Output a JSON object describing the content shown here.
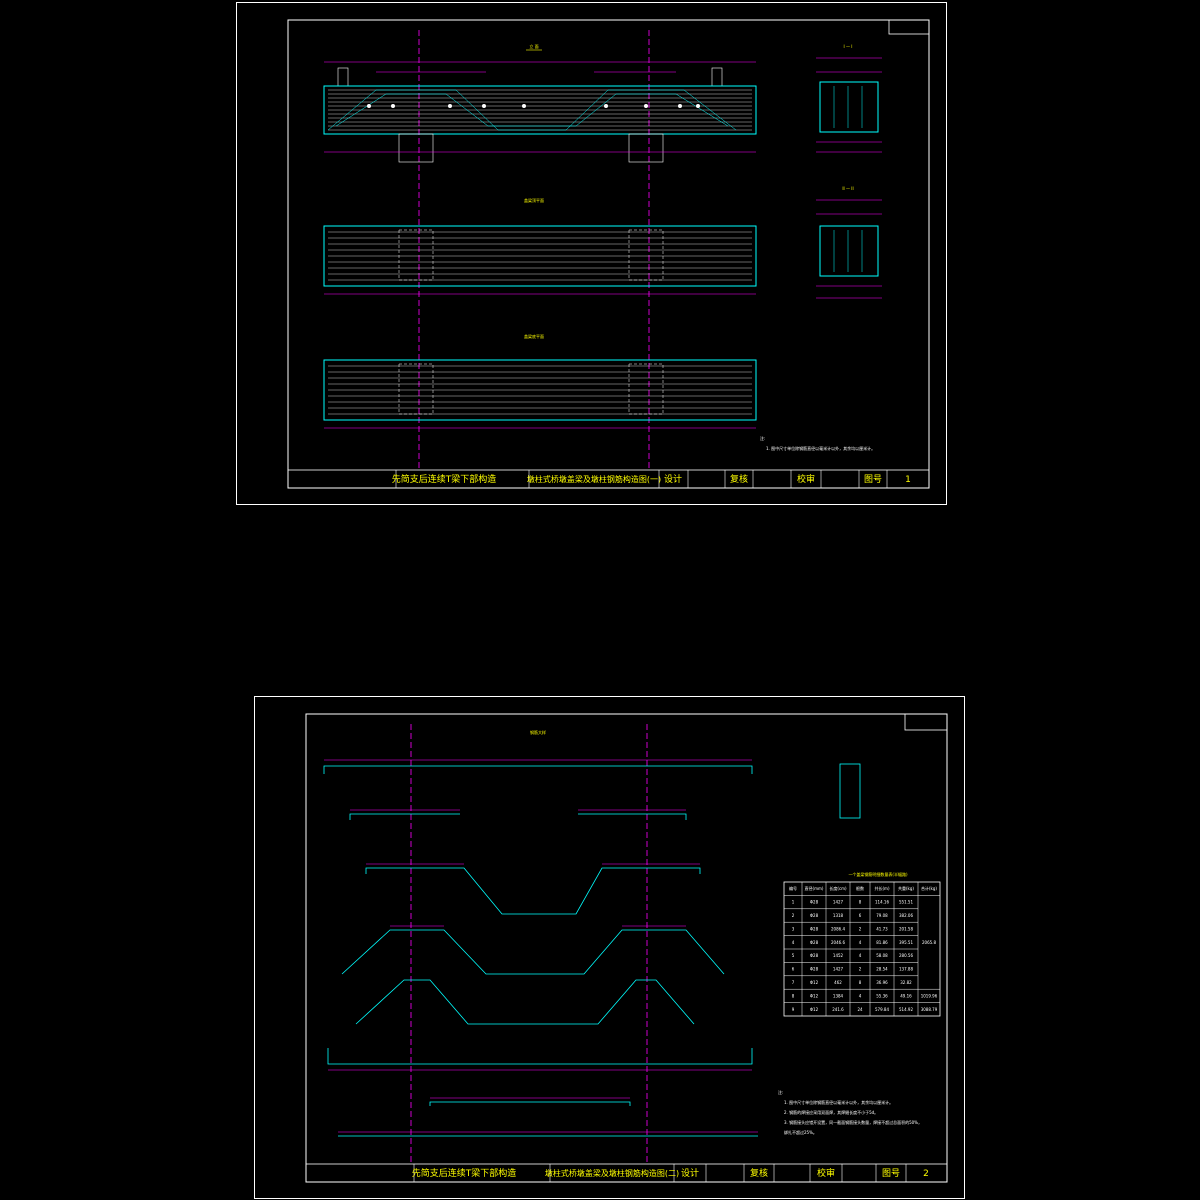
{
  "sheet1": {
    "title_block": {
      "project": "先简支后连续T梁下部构造",
      "drawing": "墩柱式桥墩盖梁及墩柱钢筋构造图(一)",
      "design": "设计",
      "review": "复核",
      "check": "校审",
      "drawing_no_label": "图号",
      "drawing_no": "1"
    },
    "notes_heading": "注:",
    "notes": [
      "1. 图中尺寸单位除钢筋直径以毫米计以外，其余均以厘米计。"
    ],
    "views": {
      "elevation": "立 面",
      "top_plan": "盖梁顶平面",
      "bottom_plan": "盖梁底平面",
      "section_1": "I — I",
      "section_2": "II — II"
    }
  },
  "sheet2": {
    "title_block": {
      "project": "先简支后连续T梁下部构造",
      "drawing": "墩柱式桥墩盖梁及墩柱钢筋构造图(二)",
      "design": "设计",
      "review": "复核",
      "check": "校审",
      "drawing_no_label": "图号",
      "drawing_no": "2"
    },
    "view_title": "钢筋大样",
    "table": {
      "title": "一个盖梁钢筋明细数量表(半幅路)",
      "headers": [
        "编号",
        "直径(mm)",
        "长度(cm)",
        "根数",
        "共长(m)",
        "共重(kg)",
        "合计(kg)"
      ],
      "rows": [
        [
          "1",
          "Φ28",
          "1427",
          "8",
          "114.16",
          "551.51",
          ""
        ],
        [
          "2",
          "Φ28",
          "1318",
          "6",
          "79.08",
          "382.06",
          ""
        ],
        [
          "3",
          "Φ28",
          "2086.4",
          "2",
          "41.73",
          "201.58",
          ""
        ],
        [
          "4",
          "Φ28",
          "2046.6",
          "4",
          "81.86",
          "395.51",
          "2065.8"
        ],
        [
          "5",
          "Φ28",
          "1452",
          "4",
          "58.08",
          "280.56",
          ""
        ],
        [
          "6",
          "Φ28",
          "1427",
          "2",
          "28.54",
          "137.88",
          ""
        ],
        [
          "7",
          "Φ12",
          "462",
          "8",
          "36.96",
          "32.82",
          ""
        ],
        [
          "8",
          "Φ12",
          "1384",
          "4",
          "55.36",
          "49.16",
          "1019.96"
        ],
        [
          "9",
          "Φ12",
          "241.6",
          "24",
          "579.84",
          "514.92",
          "3088.79"
        ]
      ]
    },
    "notes_heading": "注:",
    "notes": [
      "1. 图中尺寸单位除钢筋直径以毫米计以外，其余均以厘米计。",
      "2. 钢筋的焊接应采用双面焊，其焊缝长度不小于5d。",
      "3. 钢筋接头应错开设置，同一截面钢筋接头数量，焊接不超过总面积的50%，",
      "   绑扎不超过25%。"
    ]
  },
  "colors": {
    "background": "#000000",
    "frame": "#ffffff",
    "outline": "#00ffff",
    "dimension": "#ff00ff",
    "text": "#ffff00",
    "rebar": "#ffffff"
  }
}
